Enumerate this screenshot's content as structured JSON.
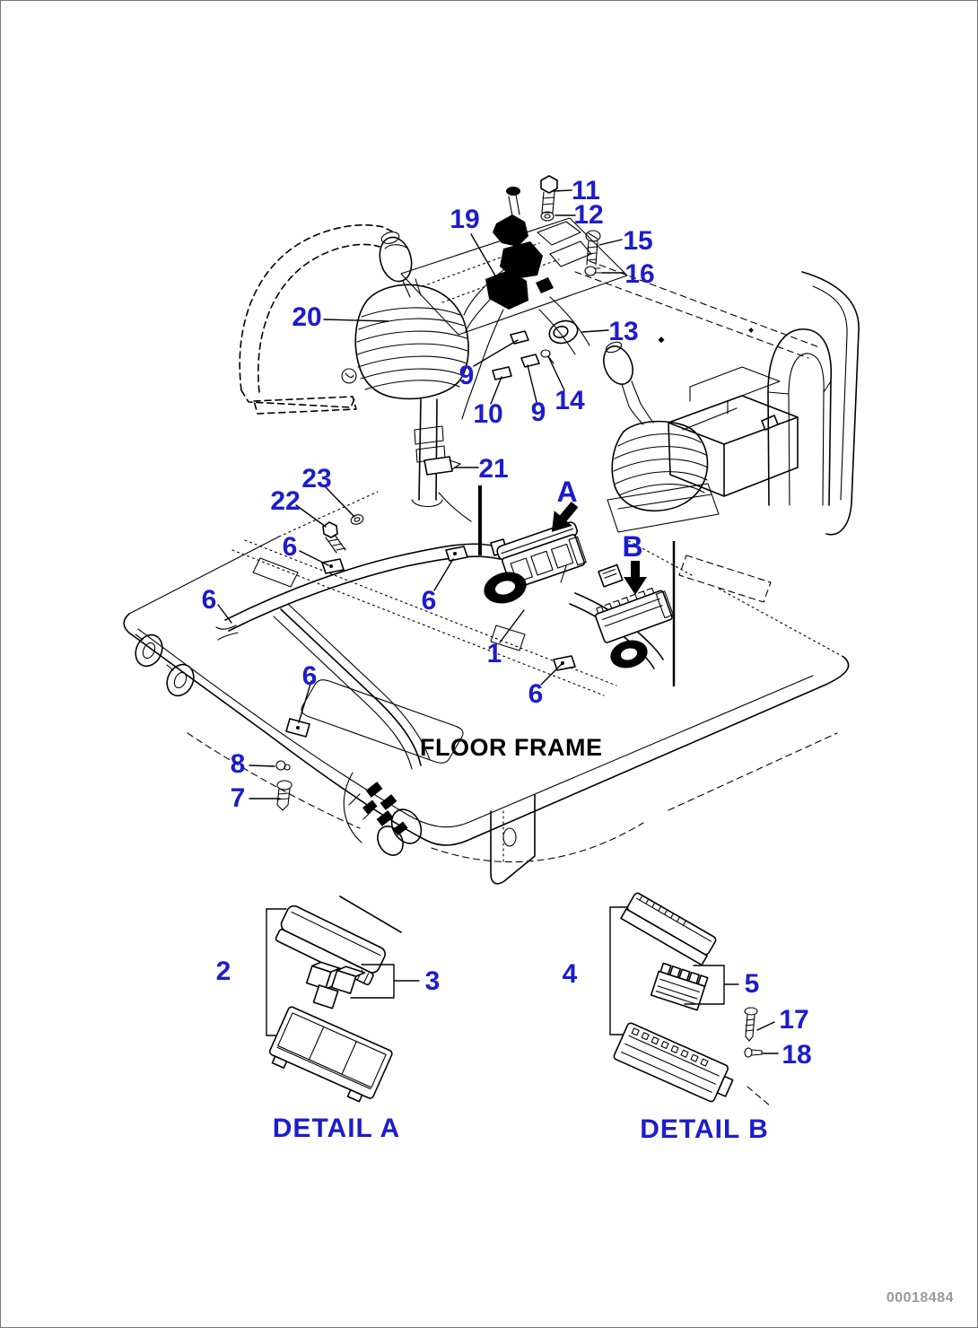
{
  "page": {
    "background": "#ffffff",
    "border_color": "#777777"
  },
  "colors": {
    "callout_blue": "#1c1ccd",
    "line_black": "#000000",
    "watermark_gray": "#9a9a9a"
  },
  "diagram": {
    "floor_frame_label": "FLOOR FRAME",
    "watermark": "00018484",
    "views": {
      "a": "A",
      "b": "B"
    },
    "details": {
      "a_title": "DETAIL A",
      "b_title": "DETAIL B"
    },
    "callouts": {
      "n1": "1",
      "n2": "2",
      "n3": "3",
      "n4": "4",
      "n5": "5",
      "n6": "6",
      "n7": "7",
      "n8": "8",
      "n9": "9",
      "n10": "10",
      "n11": "11",
      "n12": "12",
      "n13": "13",
      "n14": "14",
      "n15": "15",
      "n16": "16",
      "n17": "17",
      "n18": "18",
      "n19": "19",
      "n20": "20",
      "n21": "21",
      "n22": "22",
      "n23": "23"
    }
  }
}
